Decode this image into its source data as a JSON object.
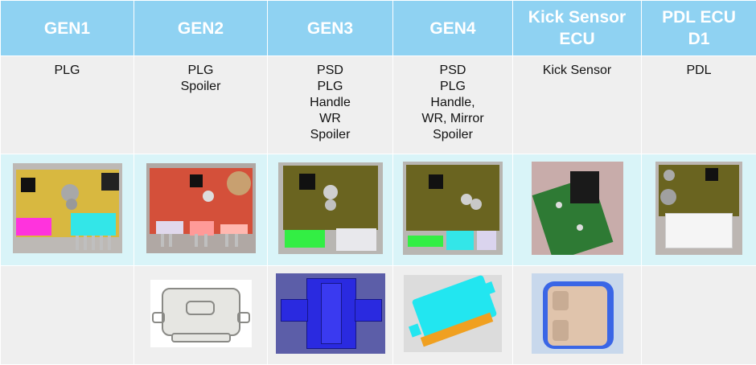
{
  "columns": [
    {
      "header": "GEN1",
      "lines": [
        "PLG"
      ]
    },
    {
      "header": "GEN2",
      "lines": [
        "PLG",
        "Spoiler"
      ]
    },
    {
      "header": "GEN3",
      "lines": [
        "PSD",
        "PLG",
        "Handle",
        "WR",
        "Spoiler"
      ]
    },
    {
      "header": "GEN4",
      "lines": [
        "PSD",
        "PLG",
        "Handle,",
        "WR, Mirror",
        "Spoiler"
      ]
    },
    {
      "header": "Kick Sensor ECU",
      "lines": [
        "Kick Sensor"
      ]
    },
    {
      "header": "PDL ECU D1",
      "lines": [
        "PDL"
      ]
    }
  ],
  "colors": {
    "header_bg": "#8fd2f2",
    "pcb_row_bg": "#d9f4f8",
    "plain_row_bg": "#efefef"
  }
}
